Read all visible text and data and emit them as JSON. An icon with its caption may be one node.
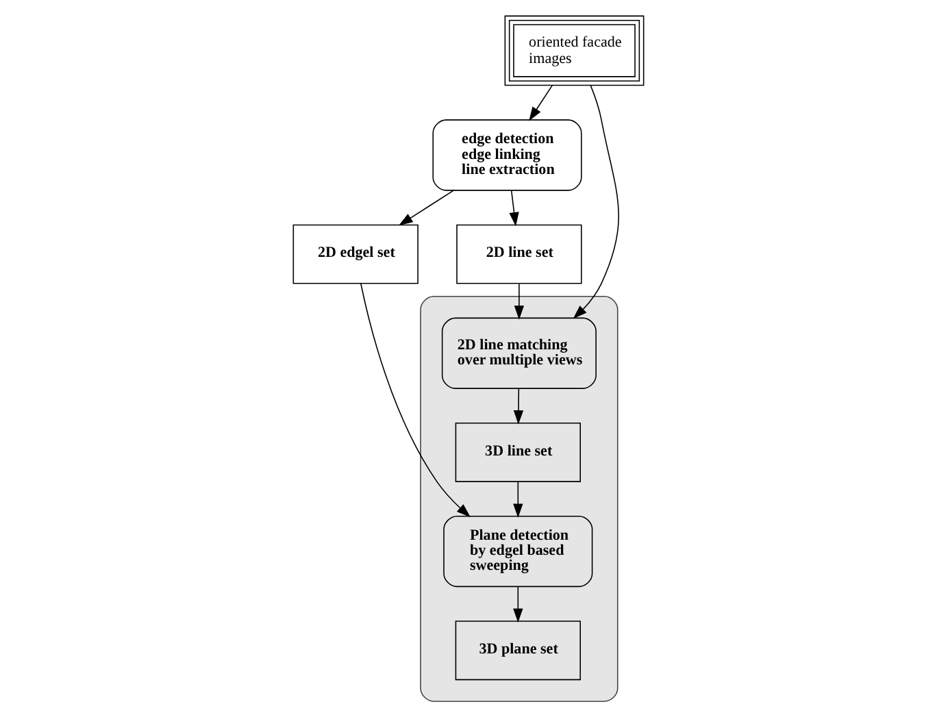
{
  "diagram": {
    "nodes": [
      {
        "text": [
          "oriented facade images"
        ]
      },
      {
        "text": [
          "edge detection edge linking line extraction"
        ]
      },
      {
        "text": [
          "2D line set"
        ]
      },
      {
        "text": [
          "2D edgel set"
        ]
      },
      {
        "text": [],
        "shape": "box"
      },
      {
        "text": [
          "2D line matching over multiple views"
        ],
        "in": 4
      },
      {
        "text": [
          "3D line set"
        ],
        "in": 4
      },
      {
        "text": [
          "Plane detection by edgel based sweeping"
        ],
        "in": 4
      },
      {
        "text": [
          "3D plane set"
        ],
        "in": 4
      }
    ],
    "edges": [
      {
        "from": 0,
        "to": 1,
        "arrow": "to"
      },
      {
        "from": 0,
        "to": 5,
        "arrow": "to"
      },
      {
        "from": 1,
        "to": 2,
        "arrow": "to"
      },
      {
        "from": 1,
        "to": 3,
        "arrow": "to"
      },
      {
        "from": 2,
        "to": 5,
        "arrow": "to"
      },
      {
        "from": 3,
        "to": 7,
        "arrow": "to"
      },
      {
        "from": 5,
        "to": 6,
        "arrow": "to"
      },
      {
        "from": 6,
        "to": 7,
        "arrow": "to"
      },
      {
        "from": 7,
        "to": 8,
        "arrow": "to"
      }
    ]
  }
}
